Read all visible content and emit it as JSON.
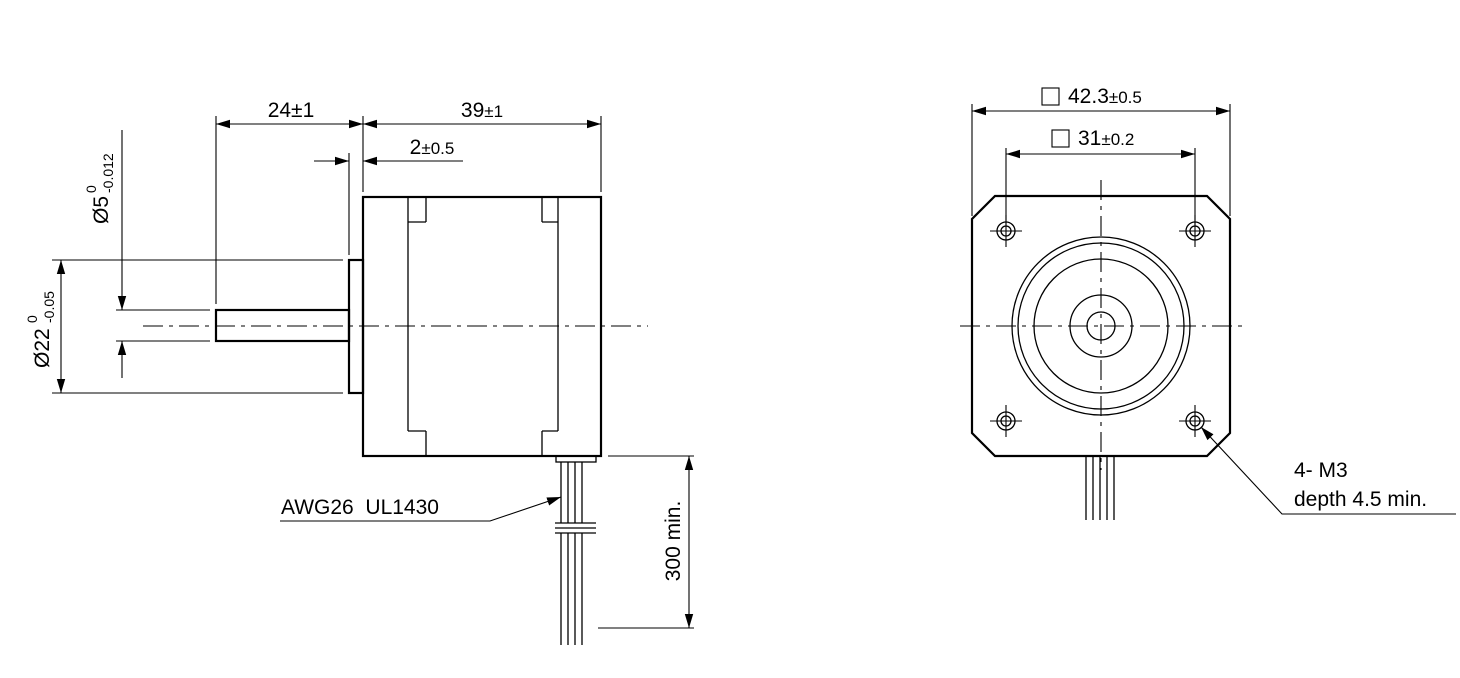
{
  "side_view": {
    "shaft_length": "24±1",
    "body_length": {
      "main": "39",
      "tol": "±1"
    },
    "flange_thickness": {
      "main": "2",
      "tol": "±0.5"
    },
    "shaft_diameter": {
      "main": "Ø5",
      "upper": "0",
      "lower": "-0.012"
    },
    "boss_diameter": {
      "main": "Ø22",
      "upper": "0",
      "lower": "-0.05"
    },
    "wire_spec": "AWG26  UL1430",
    "lead_length": "300 min."
  },
  "front_view": {
    "outer_square": {
      "main": "42.3",
      "tol": "±0.5"
    },
    "hole_pitch": {
      "main": "31",
      "tol": "±0.2"
    },
    "hole_note_line1": "4- M3",
    "hole_note_line2": "depth 4.5 min."
  },
  "colors": {
    "line": "#000000",
    "background": "#ffffff"
  }
}
